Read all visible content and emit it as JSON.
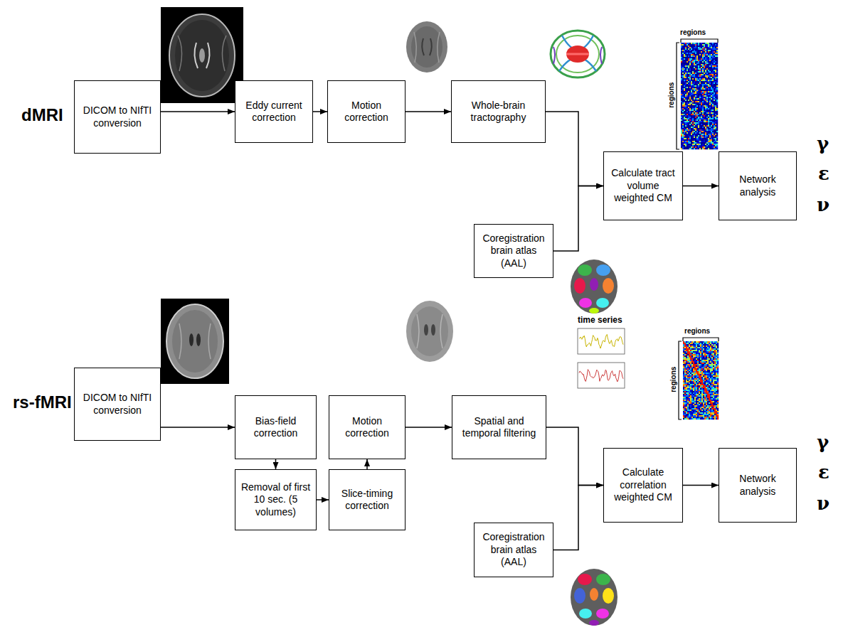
{
  "diagram": {
    "nodes": [
      {
        "text": [
          "DICOM to NIfTI conversion"
        ]
      },
      {
        "text": [
          "Eddy current correction"
        ]
      },
      {
        "text": [
          "Motion correction"
        ]
      },
      {
        "text": [
          "Whole-brain tractography"
        ]
      },
      {
        "text": [
          "Coregistration brain atlas (AAL)"
        ]
      },
      {
        "text": [
          "Calculate tract volume weighted CM"
        ]
      },
      {
        "text": [
          "Network analysis"
        ]
      },
      {
        "text": [
          "DICOM to NIfTI conversion"
        ]
      },
      {
        "text": [
          "Bias-field correction"
        ]
      },
      {
        "text": [
          "Removal of first 10 sec. (5 volumes)"
        ]
      },
      {
        "text": [
          "Slice-timing correction"
        ]
      },
      {
        "text": [
          "Motion correction"
        ]
      },
      {
        "text": [
          "Spatial and temporal filtering"
        ]
      },
      {
        "text": [
          "Coregistration brain atlas (AAL)"
        ]
      },
      {
        "text": [
          "Calculate correlation weighted CM"
        ]
      },
      {
        "text": [
          "Network analysis"
        ]
      }
    ],
    "edges": [
      {
        "from": 0,
        "to": 1,
        "arrow": "to"
      },
      {
        "from": 1,
        "to": 2,
        "arrow": "to"
      },
      {
        "from": 2,
        "to": 3,
        "arrow": "to"
      },
      {
        "from": 3,
        "to": 5,
        "arrow": "to"
      },
      {
        "from": 4,
        "to": 5,
        "arrow": "to"
      },
      {
        "from": 5,
        "to": 6,
        "arrow": "to"
      },
      {
        "from": 7,
        "to": 8,
        "arrow": "to"
      },
      {
        "from": 8,
        "to": 9,
        "arrow": "to"
      },
      {
        "from": 9,
        "to": 10,
        "arrow": "to"
      },
      {
        "from": 10,
        "to": 11,
        "arrow": "to"
      },
      {
        "from": 11,
        "to": 12,
        "arrow": "to"
      },
      {
        "from": 12,
        "to": 14,
        "arrow": "to"
      },
      {
        "from": 13,
        "to": 14,
        "arrow": "to"
      },
      {
        "from": 14,
        "to": 15,
        "arrow": "to"
      }
    ],
    "labels": [
      "dMRI",
      "regions",
      "regions",
      "γ",
      "ε",
      "ν",
      "rs-fMRI",
      "time series",
      "regions",
      "regions",
      "γ",
      "ε",
      "ν"
    ]
  }
}
